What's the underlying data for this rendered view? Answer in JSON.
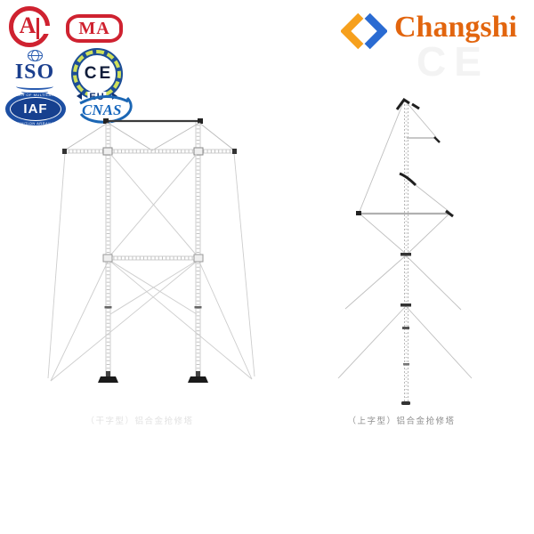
{
  "brand": {
    "name": "Changshi"
  },
  "badges": {
    "cal_letter": "A",
    "cma_label": "MA",
    "iso_label": "ISO",
    "ce_label": "CE",
    "ce_sub": "EU",
    "iaf_label": "IAF",
    "iaf_ring_top": "MEMBER OF MULTILATERAL",
    "iaf_ring_bottom": "RECOGNITION ARRANGEMENTS",
    "cnas_label": "CNAS"
  },
  "watermark": "CE",
  "figures": {
    "left_caption": "（干字型）铝合金抢修塔",
    "right_caption": "（上字型）铝合金抢修塔"
  },
  "colors": {
    "badge_red": "#cf2230",
    "badge_blue": "#1b3f8e",
    "ce_ring": "#1d4e96",
    "ce_dot": "#cfe05a",
    "iaf_blue": "#1d4fa3",
    "cnas_blue": "#1566bd",
    "brand_orange": "#e2650e",
    "logo_orange": "#f6a01d",
    "logo_blue": "#2a6bd2"
  }
}
